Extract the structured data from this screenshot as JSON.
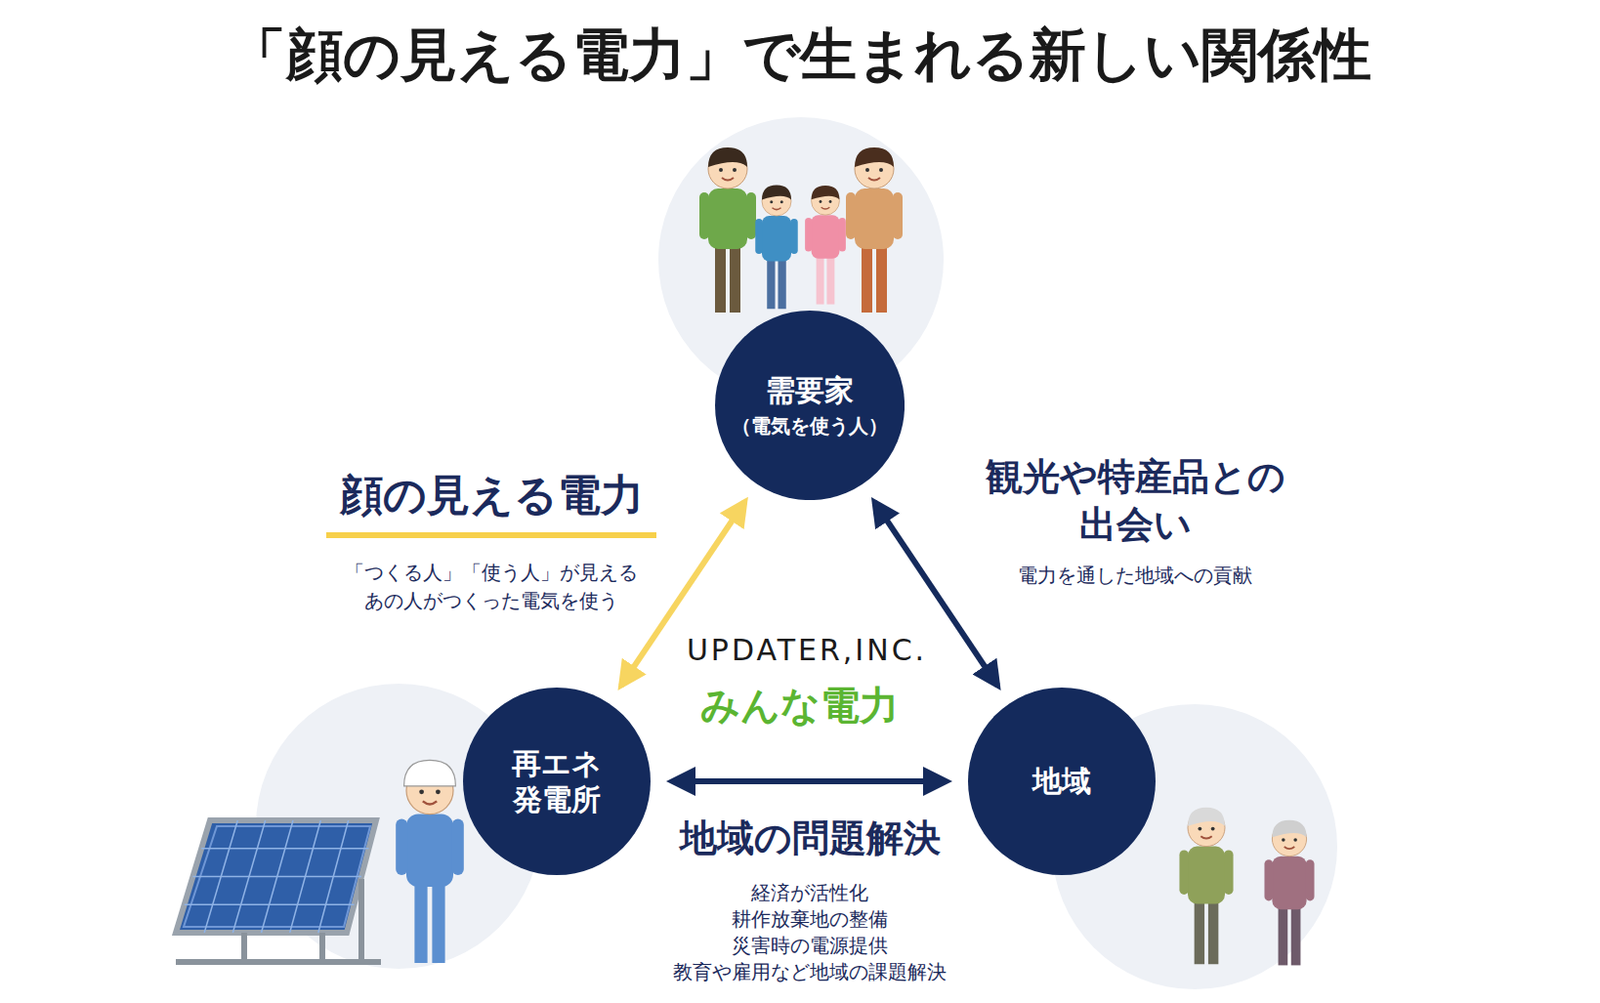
{
  "diagram": {
    "title": "「顔の見える電力」で生まれる新しい関係性",
    "nodes": [
      {
        "text": [
          "需要家",
          "（電気を使う人）"
        ]
      },
      {
        "text": [
          "再エネ 発電所"
        ]
      },
      {
        "text": [
          "地域"
        ]
      }
    ],
    "edges": [
      {
        "from": 0,
        "to": 1,
        "arrow": "both",
        "label": "顔の見える電力"
      },
      {
        "from": 0,
        "to": 2,
        "arrow": "both",
        "label": "観光や特産品との 出会い"
      },
      {
        "from": 1,
        "to": 2,
        "arrow": "both",
        "label": "地域の問題解決"
      }
    ],
    "labels": [
      "「つくる人」「使う人」が見える",
      "あの人がつくった電気を使う",
      "電力を通した地域への貢献",
      "UPDATER,INC.",
      "みんな電力",
      "経済が活性化",
      "耕作放棄地の整備",
      "災害時の電源提供",
      "教育や雇用など地域の課題解決"
    ]
  }
}
